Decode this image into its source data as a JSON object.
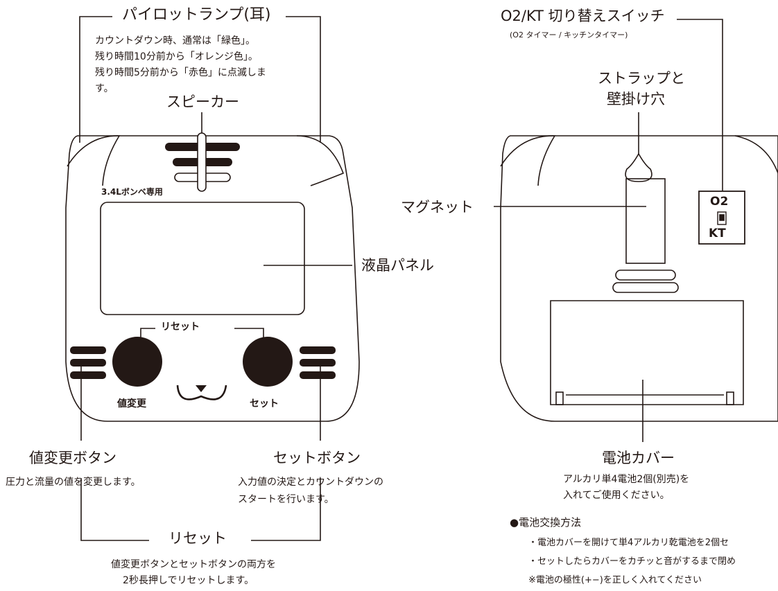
{
  "pilot": {
    "title": "パイロットランプ(耳)",
    "lines": [
      "カウントダウン時、通常は「緑色」。",
      "残り時間10分前から「オレンジ色」。",
      "残り時間5分前から「赤色」に点滅しま",
      "す。"
    ]
  },
  "speaker": "スピーカー",
  "bombe_label": "3.4Lボンベ専用",
  "lcd": "液晶パネル",
  "reset_top": "リセット",
  "btn_left": "値変更",
  "btn_right": "セット",
  "value_button": {
    "title": "値変更ボタン",
    "desc": "圧力と流量の値を変更します。"
  },
  "set_button": {
    "title": "セットボタン",
    "desc": [
      "入力値の決定とカウントダウンの",
      "スタートを行います。"
    ]
  },
  "reset": {
    "title": "リセット",
    "desc": [
      "値変更ボタンとセットボタンの両方を",
      "2秒長押しでリセットします。"
    ]
  },
  "switch": {
    "title": "O2/KT 切り替えスイッチ",
    "sub": "(O2 タイマー / キッチンタイマー)",
    "top": "O2",
    "bottom": "KT"
  },
  "strap": [
    "ストラップと",
    "壁掛け穴"
  ],
  "magnet": "マグネット",
  "battery": {
    "title": "電池カバー",
    "desc": [
      "アルカリ単4電池2個(別売)を",
      "入れてご使用ください。"
    ]
  },
  "exchange": {
    "title": "●電池交換方法",
    "lines": [
      "・電池カバーを開けて単4アルカリ乾電池を2個セ",
      "・セットしたらカバーをカチッと音がするまで閉め",
      "※電池の極性(+−)を正しく入れてください"
    ]
  }
}
